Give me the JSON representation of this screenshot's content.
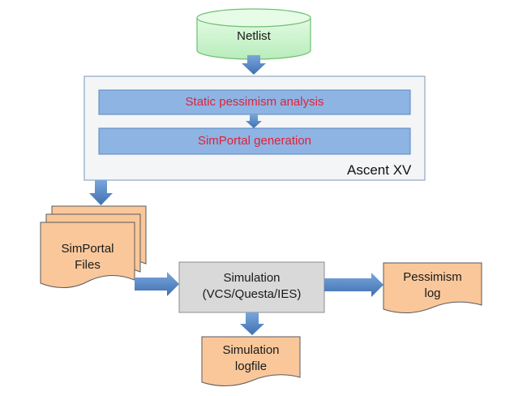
{
  "netlist": {
    "label": "Netlist"
  },
  "ascent": {
    "title": "Ascent XV",
    "steps": [
      {
        "label": "Static pessimism analysis"
      },
      {
        "label": "SimPortal generation"
      }
    ]
  },
  "simportal_files": {
    "line1": "SimPortal",
    "line2": "Files"
  },
  "simulation": {
    "line1": "Simulation",
    "line2": "(VCS/Questa/IES)"
  },
  "pessimism_log": {
    "line1": "Pessimism",
    "line2": "log"
  },
  "simulation_logfile": {
    "line1": "Simulation",
    "line2": "logfile"
  },
  "colors": {
    "netlist_fill": "#c6f2c8",
    "netlist_stroke": "#6fbf73",
    "container_fill": "#f3f5f7",
    "container_stroke": "#8fa6c4",
    "step_fill": "#8eb4e3",
    "step_stroke": "#5b86bd",
    "step_text": "#e0213a",
    "document_fill": "#f9c79a",
    "document_stroke": "#5a5a5a",
    "process_fill": "#d9d9d9",
    "arrow": "#4f81bd"
  }
}
